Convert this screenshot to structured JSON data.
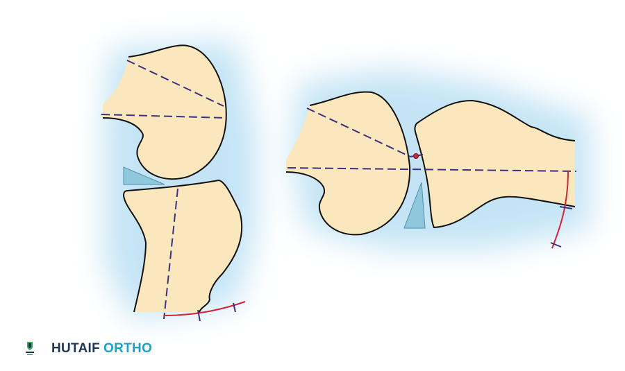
{
  "brand": {
    "name_part1": "HUTAIF",
    "name_part2": "ORTHO",
    "color_primary": "#1f3556",
    "color_accent": "#1aa3c8"
  },
  "diagram": {
    "description": "Two schematic views of a knee joint (femur and tibia) with dashed reference axes, a blue wedge between bones, and red arc measurement marks",
    "colors": {
      "bone_fill": "#fbe7be",
      "outline": "#111111",
      "axis_dashed": "#3a2f80",
      "wedge": "#8fc8dc",
      "halo": "#bfe2f4",
      "arc": "#d0243a",
      "pivot_dot": "#d0243a"
    },
    "views": [
      {
        "name": "left-view",
        "orientation": "vertical"
      },
      {
        "name": "right-view",
        "orientation": "horizontal"
      }
    ]
  }
}
